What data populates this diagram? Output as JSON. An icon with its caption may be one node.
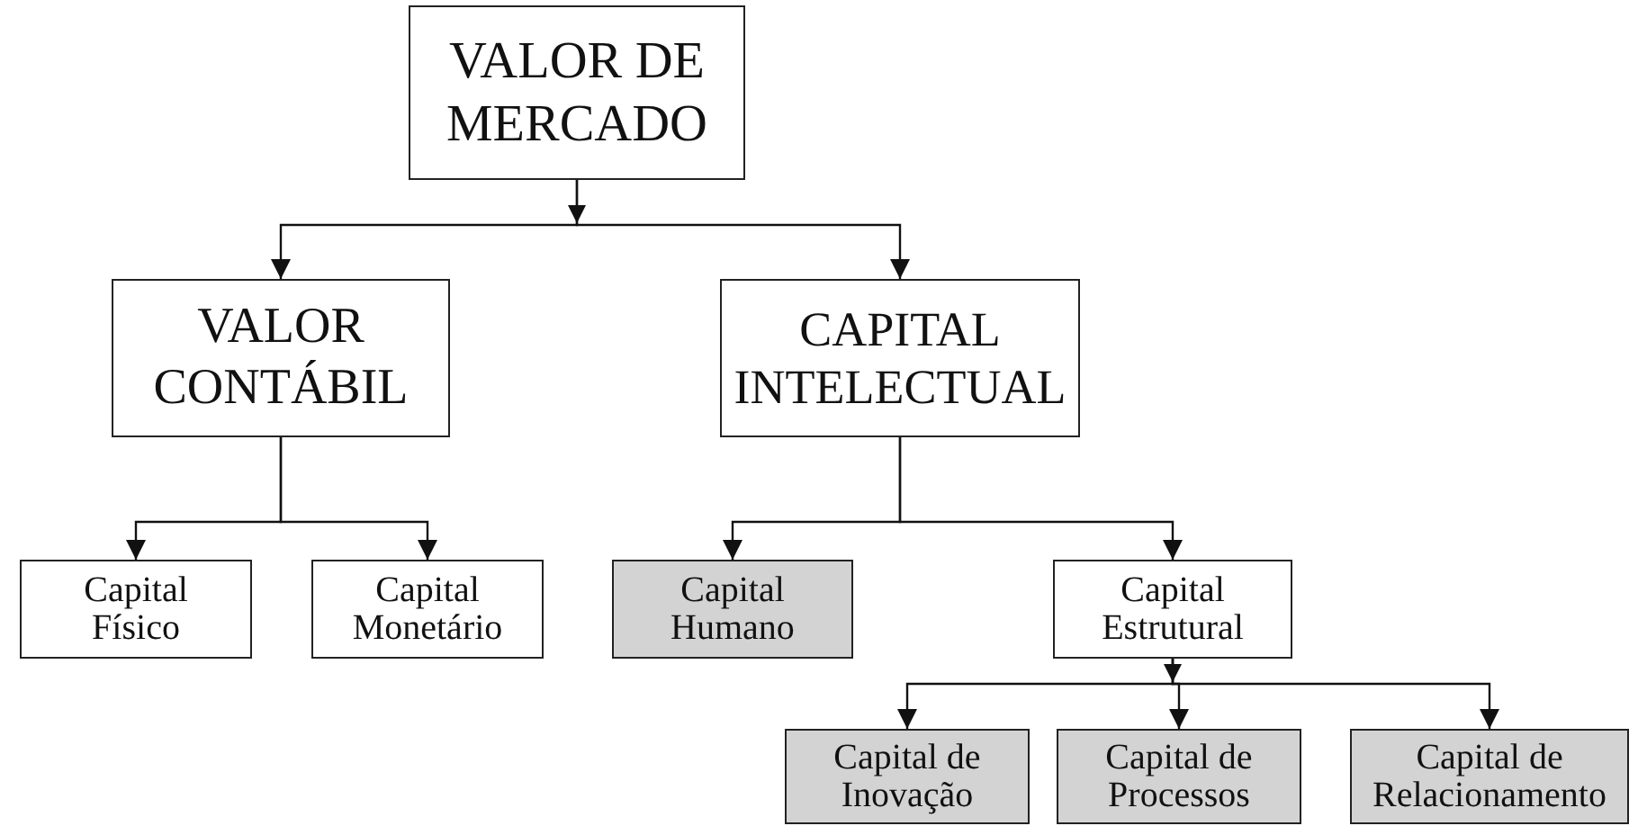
{
  "diagram": {
    "nodes": [
      {
        "text": [
          "VALOR DE MERCADO"
        ]
      },
      {
        "text": [
          "VALOR CONTÁBIL"
        ]
      },
      {
        "text": [
          "CAPITAL INTELECTUAL"
        ]
      },
      {
        "text": [
          "Capital Físico"
        ]
      },
      {
        "text": [
          "Capital Monetário"
        ]
      },
      {
        "text": [
          "Capital Humano"
        ]
      },
      {
        "text": [
          "Capital Estrutural"
        ]
      },
      {
        "text": [
          "Capital de Inovação"
        ]
      },
      {
        "text": [
          "Capital de Processos"
        ]
      },
      {
        "text": [
          "Capital de Relacionamento"
        ]
      }
    ],
    "edges": [
      {
        "from": 0,
        "to": 1,
        "arrow": "to"
      },
      {
        "from": 0,
        "to": 2,
        "arrow": "to"
      },
      {
        "from": 1,
        "to": 3,
        "arrow": "to"
      },
      {
        "from": 1,
        "to": 4,
        "arrow": "to"
      },
      {
        "from": 2,
        "to": 5,
        "arrow": "to"
      },
      {
        "from": 2,
        "to": 6,
        "arrow": "to"
      },
      {
        "from": 6,
        "to": 7,
        "arrow": "to"
      },
      {
        "from": 6,
        "to": 8,
        "arrow": "to"
      },
      {
        "from": 6,
        "to": 9,
        "arrow": "to"
      }
    ]
  }
}
